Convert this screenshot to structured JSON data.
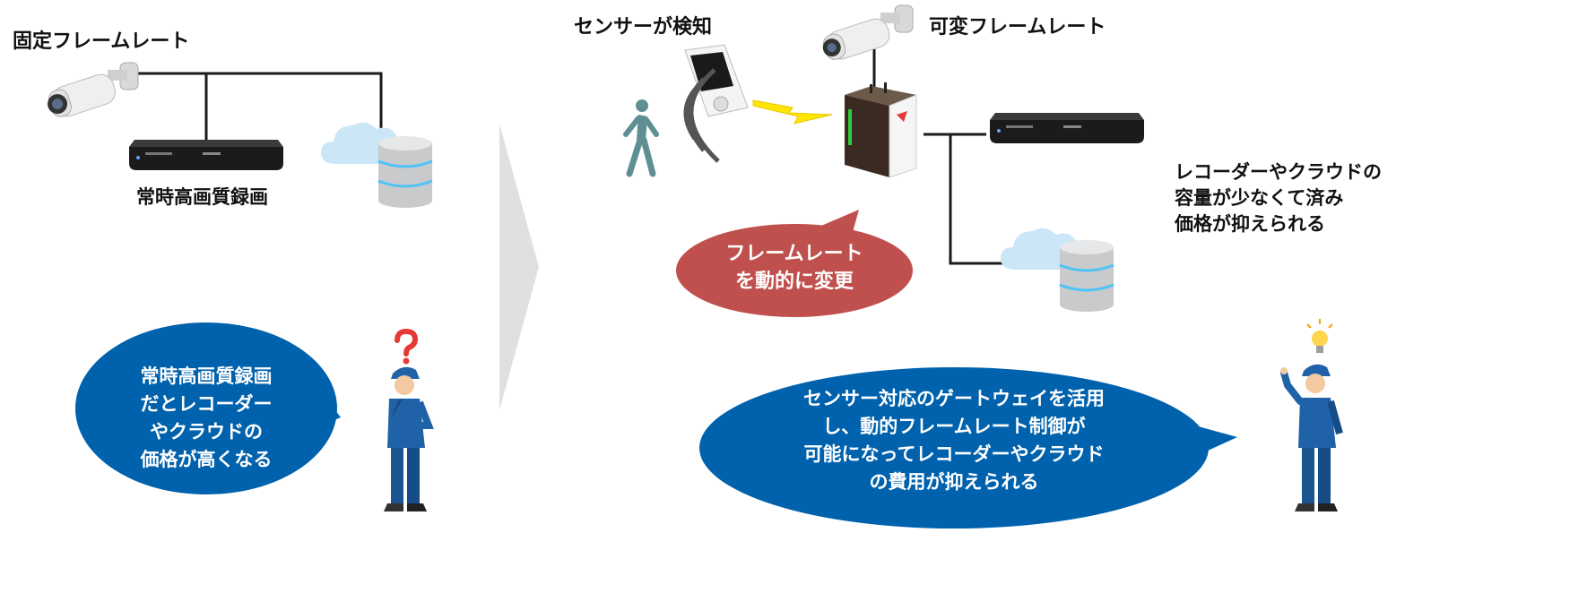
{
  "left": {
    "title": "固定フレームレート",
    "recorder_caption": "常時高画質録画",
    "bubble_lines": [
      "常時高画質録画",
      "だとレコーダー",
      "やクラウドの",
      "価格が高くなる"
    ]
  },
  "right": {
    "sensor_label": "センサーが検知",
    "title": "可変フレームレート",
    "result_lines": [
      "レコーダーやクラウドの",
      "容量が少なくて済み",
      "価格が抑えられる"
    ],
    "red_bubble_lines": [
      "フレームレート",
      "を動的に変更"
    ],
    "bubble_lines": [
      "センサー対応のゲートウェイを活用",
      "し、動的フレームレート制御が",
      "可能になってレコーダーやクラウド",
      "の費用が抑えられる"
    ]
  },
  "colors": {
    "bubble_blue": "#0062ad",
    "bubble_red": "#c0504d",
    "arrow_grey": "#e0e0e0",
    "worker_blue": "#1f62a8",
    "question_red": "#e53935",
    "bulb_yellow": "#ffd54f",
    "lightning_yellow": "#ffe500"
  },
  "icons": [
    "security-camera-icon",
    "recorder-icon",
    "cloud-icon",
    "database-icon",
    "question-mark-icon",
    "light-bulb-icon",
    "motion-sensor-icon",
    "walking-person-icon",
    "gateway-icon",
    "lightning-icon",
    "worker-icon"
  ]
}
